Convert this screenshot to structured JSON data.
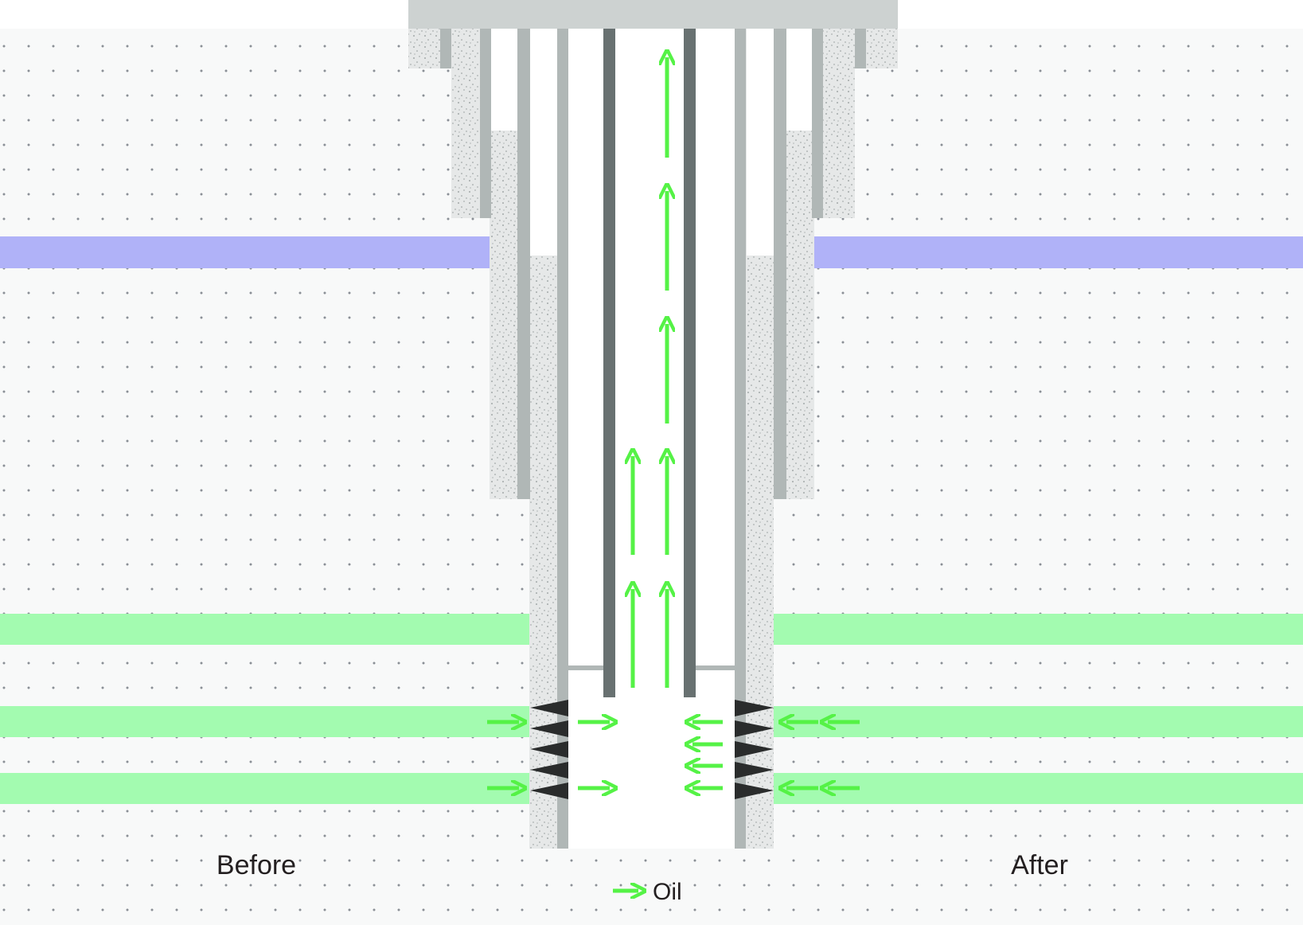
{
  "labels": {
    "before": "Before",
    "after": "After",
    "legend_oil": "Oil"
  },
  "legend": [
    {
      "name": "Oil",
      "color": "#55f246",
      "icon": "green-arrow-icon"
    }
  ],
  "colors": {
    "formation": "#f8f9f9",
    "formation_dots": "#8a8f96",
    "water_layer": "#b0b2f8",
    "oil_layer": "#a3fbb0",
    "cement": "#e6e8e8",
    "casing": "#b0b7b6",
    "tubing": "#687171",
    "wellhead": "#cdd2d1",
    "perforation": "#2a2c2c",
    "oil_arrow": "#55f246",
    "bore": "#ffffff"
  }
}
